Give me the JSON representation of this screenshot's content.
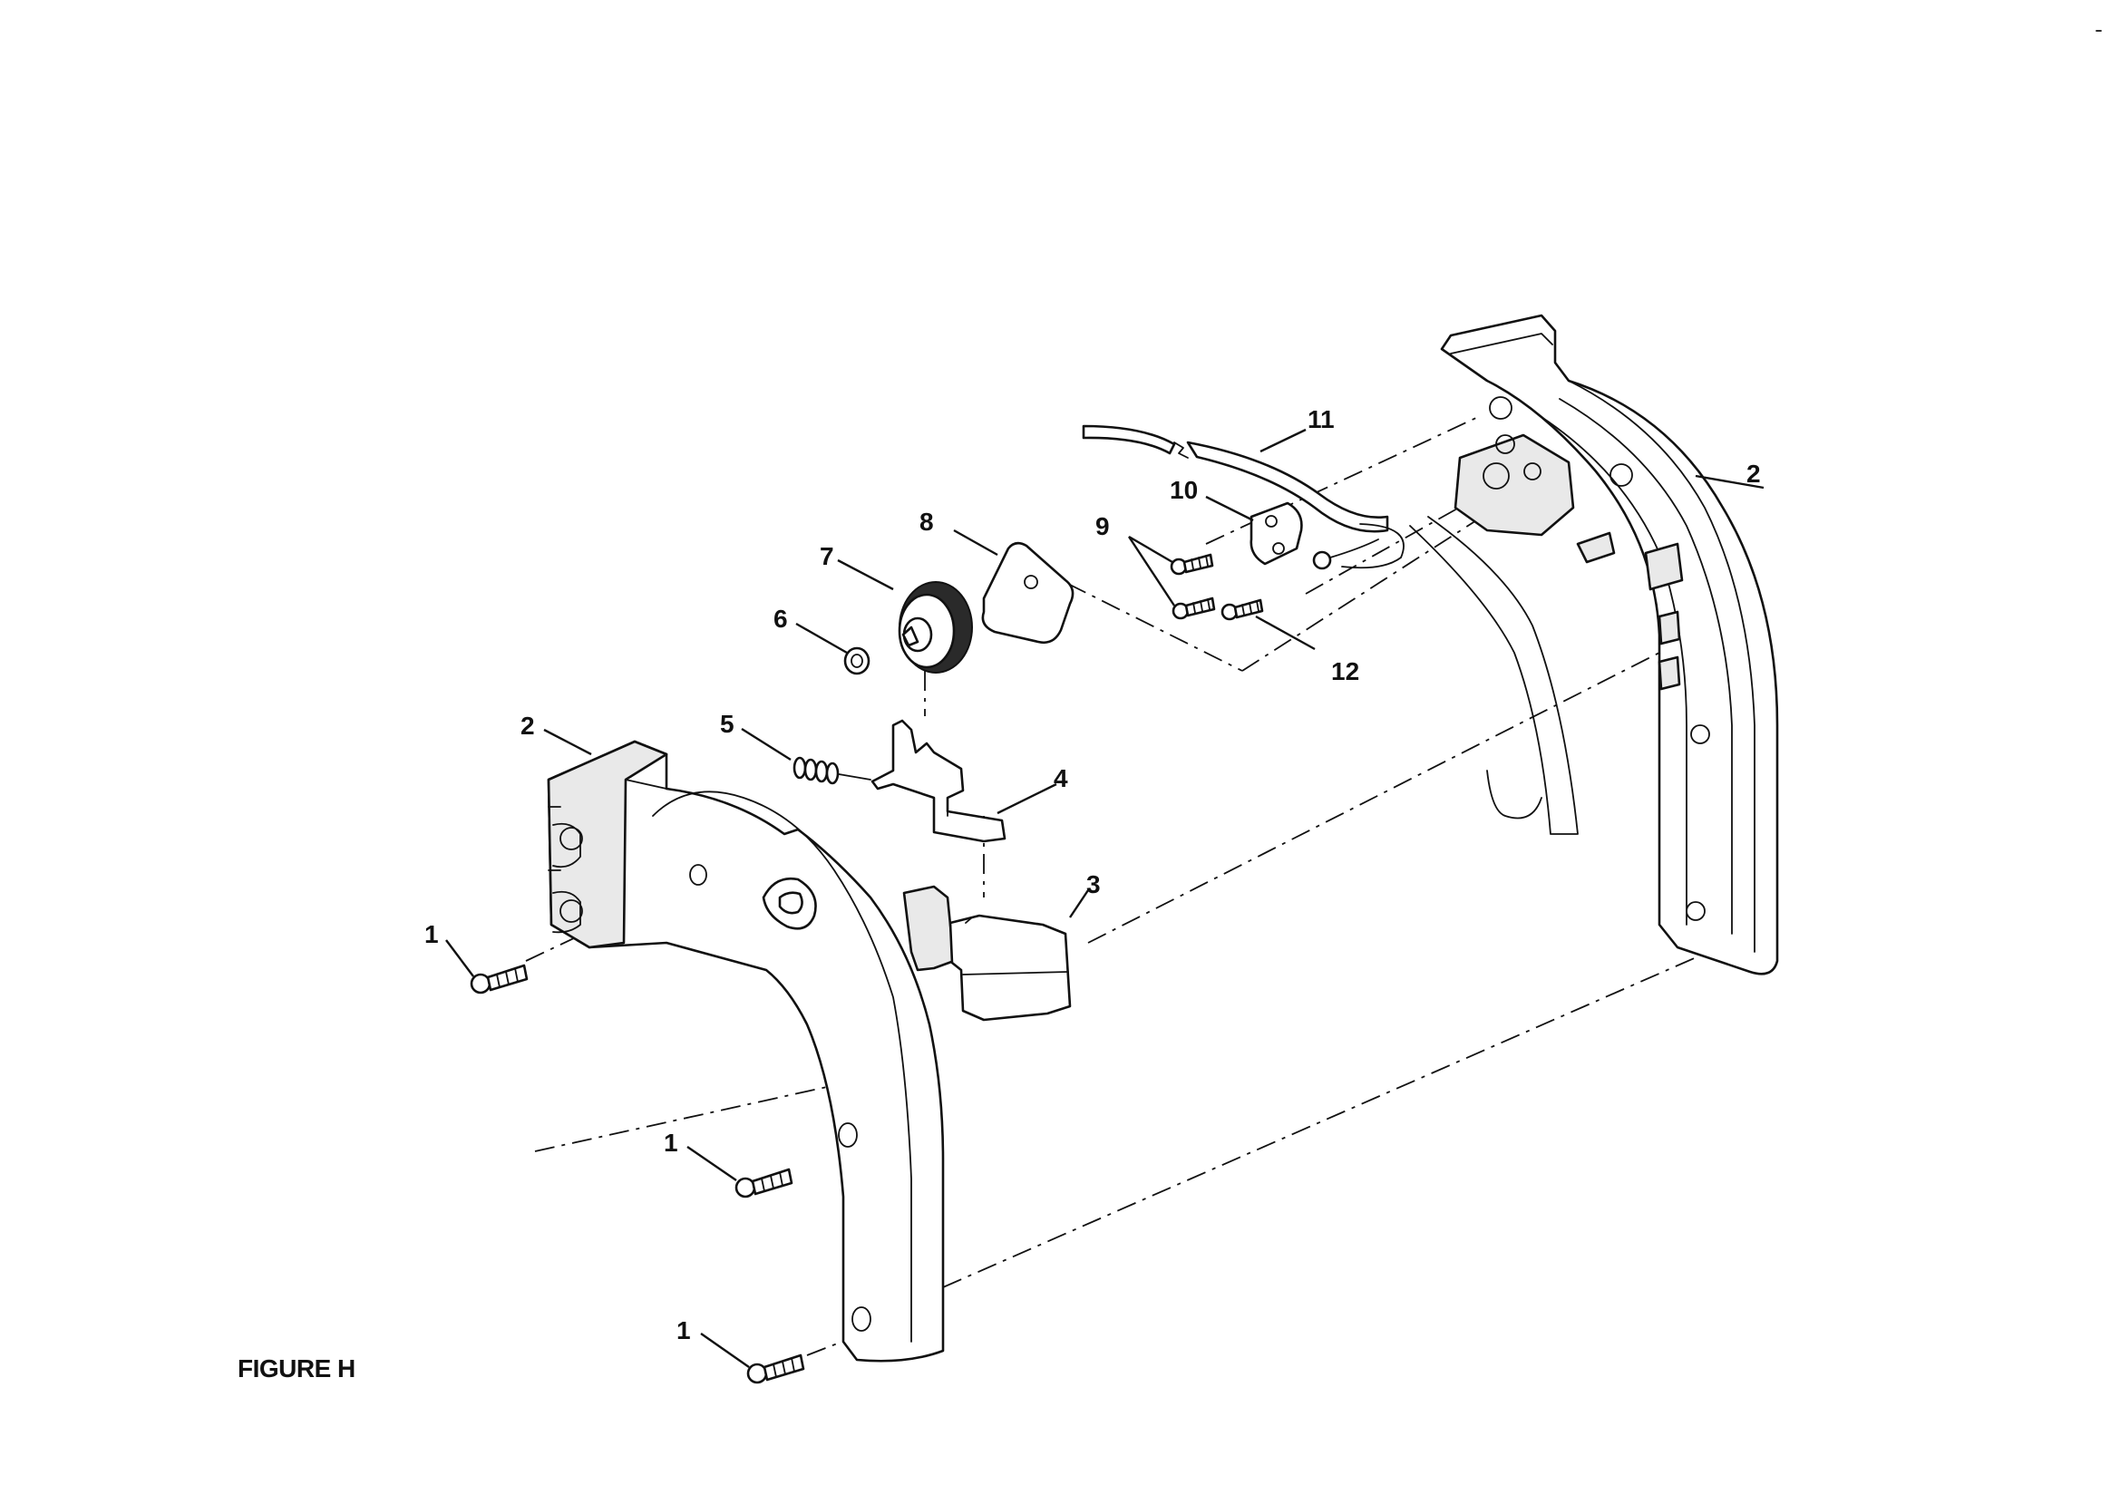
{
  "figure": {
    "label": "FIGURE H"
  },
  "callouts": {
    "screw_upper_left": "1",
    "screw_middle_left": "1",
    "screw_lower_left": "1",
    "housing_left": "2",
    "housing_right": "2",
    "switch": "3",
    "lever": "4",
    "spring": "5",
    "washer": "6",
    "knob": "7",
    "plate": "8",
    "screws_pair": "9",
    "cord_clamp": "10",
    "cord": "11",
    "ground_screw": "12"
  },
  "colors": {
    "ink": "#111111",
    "paper": "#ffffff"
  }
}
